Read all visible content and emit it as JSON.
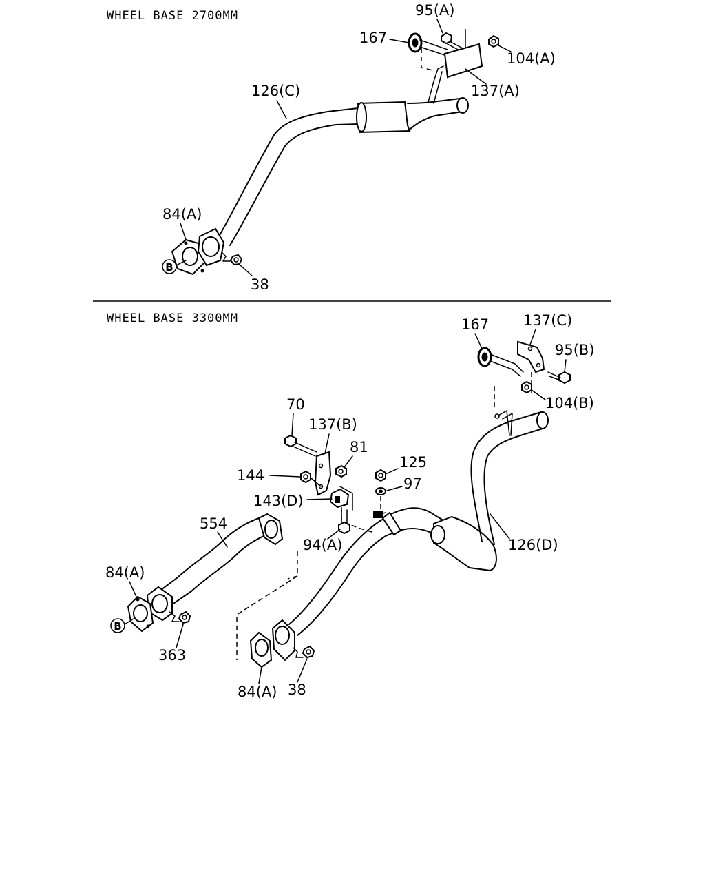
{
  "sections": {
    "top": {
      "title": "WHEEL BASE 2700MM"
    },
    "bottom": {
      "title": "WHEEL BASE 3300MM"
    }
  },
  "labels": {
    "top": {
      "p95a": "95(A)",
      "p167": "167",
      "p104a": "104(A)",
      "p137a": "137(A)",
      "p126c": "126(C)",
      "p84a": "84(A)",
      "ref_b": "B",
      "p38": "38"
    },
    "bottom": {
      "p167": "167",
      "p137c": "137(C)",
      "p95b": "95(B)",
      "p104b": "104(B)",
      "p70": "70",
      "p137b": "137(B)",
      "p81": "81",
      "p125": "125",
      "p144": "144",
      "p97": "97",
      "p143d": "143(D)",
      "p554": "554",
      "p94a": "94(A)",
      "p126d": "126(D)",
      "p84a_left": "84(A)",
      "ref_b": "B",
      "p363": "363",
      "p84a_mid": "84(A)",
      "p38": "38"
    }
  }
}
